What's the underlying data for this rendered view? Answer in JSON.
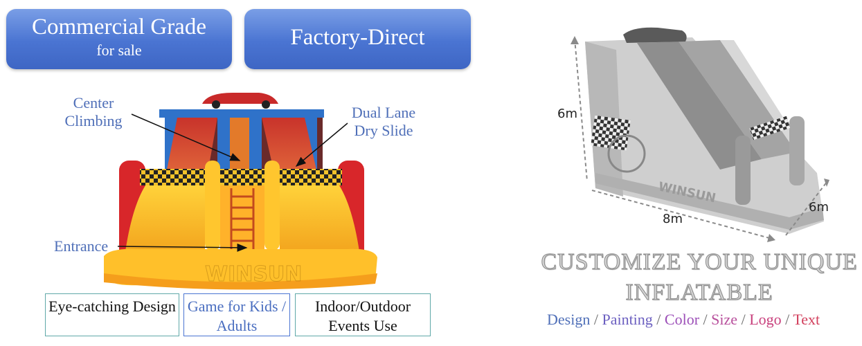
{
  "badges": {
    "commercial_title": "Commercial Grade",
    "commercial_sub": "for sale",
    "factory": "Factory-Direct"
  },
  "callouts": {
    "center_climbing": "Center Climbing",
    "dual_lane": "Dual Lane Dry Slide",
    "entrance": "Entrance"
  },
  "watermark": "WINSUN",
  "features": [
    {
      "label": "Eye-catching Design"
    },
    {
      "label": "Game for Kids / Adults"
    },
    {
      "label": "Indoor/Outdoor Events Use"
    }
  ],
  "dimensions": {
    "height": "6m",
    "width": "6m",
    "length": "8m"
  },
  "headline": {
    "line1": "CUSTOMIZE YOUR UNIQUE",
    "line2": "INFLATABLE"
  },
  "custom_options": [
    {
      "label": "Design",
      "color": "#4f6fb8"
    },
    {
      "label": "Painting",
      "color": "#6b5fc0"
    },
    {
      "label": "Color",
      "color": "#9c4fb8"
    },
    {
      "label": "Size",
      "color": "#b84f9c"
    },
    {
      "label": "Logo",
      "color": "#c83f7c"
    },
    {
      "label": "Text",
      "color": "#d23f5c"
    }
  ],
  "separator": "/"
}
